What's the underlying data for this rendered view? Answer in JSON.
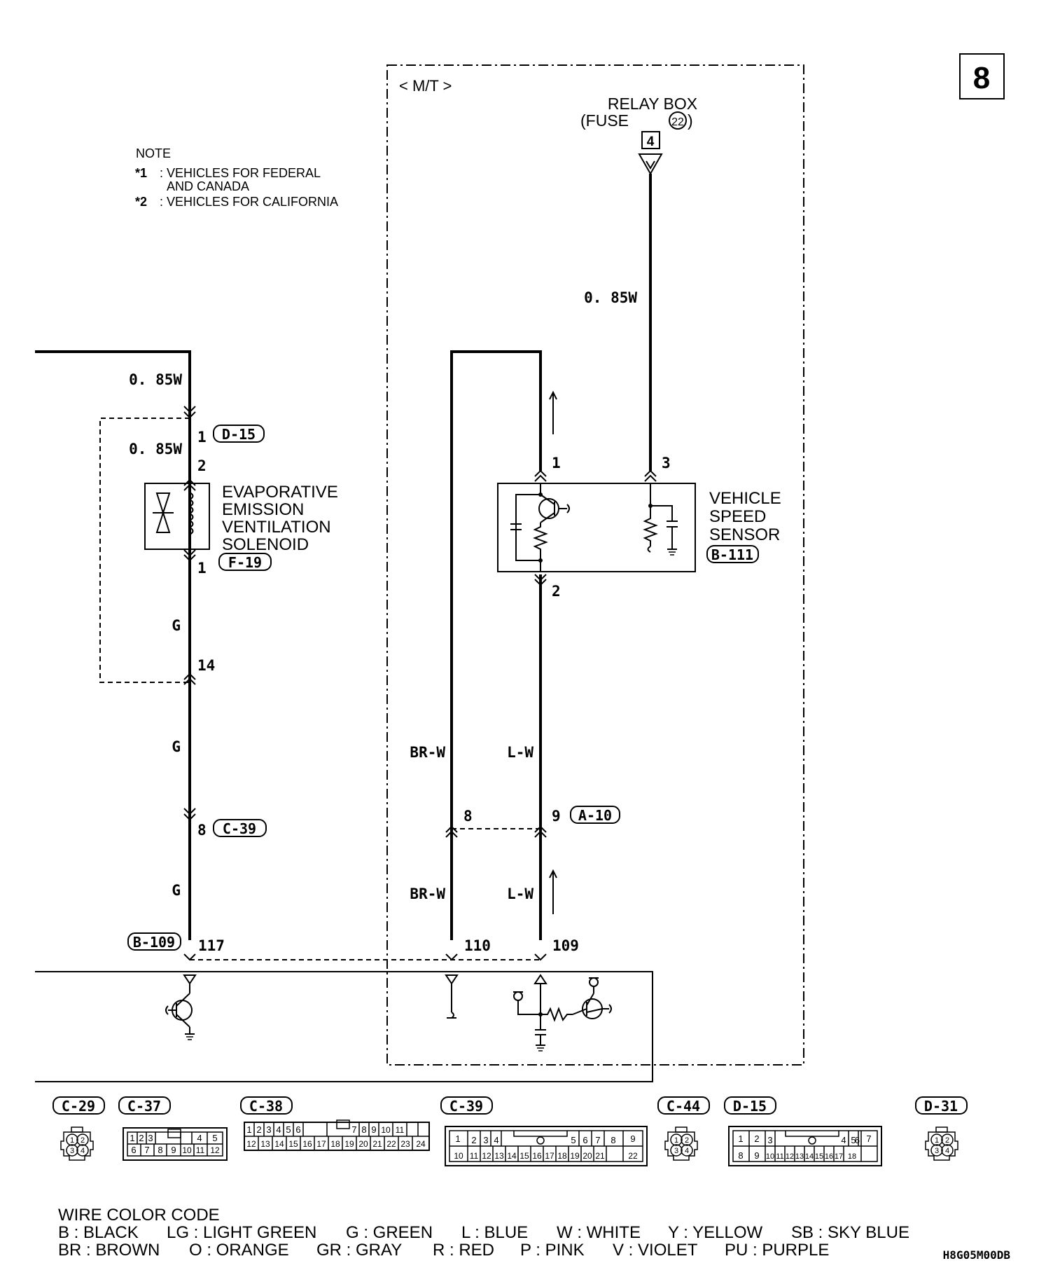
{
  "page_number": "8",
  "note": {
    "title": "NOTE",
    "items": [
      {
        "marker": "*1",
        "lines": [
          ": VEHICLES FOR FEDERAL",
          "AND CANADA"
        ]
      },
      {
        "marker": "*2",
        "lines": [
          ": VEHICLES FOR CALIFORNIA"
        ]
      }
    ]
  },
  "mt_label": "< M/T >",
  "relay_box": {
    "line1": "RELAY BOX",
    "line2_prefix": "(FUSE",
    "fuse_number": "22",
    "line2_suffix": ")",
    "terminal": "4"
  },
  "wires": {
    "relay_feed": "0. 85W",
    "top_left": "0. 85W",
    "solenoid_feed": "0. 85W",
    "g1": "G",
    "g2": "G",
    "g3": "G",
    "brw_upper": "BR-W",
    "brw_lower": "BR-W",
    "lw_upper": "L-W",
    "lw_lower": "L-W"
  },
  "components": {
    "solenoid": {
      "lines": [
        "EVAPORATIVE",
        "EMISSION",
        "VENTILATION",
        "SOLENOID"
      ],
      "connector": "F-19",
      "pin_top": "2",
      "pin_bottom": "1"
    },
    "speed_sensor": {
      "lines": [
        "VEHICLE",
        "SPEED",
        "SENSOR"
      ],
      "connector": "B-111",
      "pin_1": "1",
      "pin_2": "2",
      "pin_3": "3"
    }
  },
  "connectors": {
    "d15": {
      "id": "D-15",
      "pin": "1"
    },
    "c39": {
      "id": "C-39",
      "pin": "8"
    },
    "a10": {
      "id": "A-10",
      "pin_left": "8",
      "pin_right": "9"
    },
    "junction_14": "14",
    "b109": {
      "id": "B-109",
      "pins": [
        "117",
        "110",
        "109"
      ]
    }
  },
  "connector_views": [
    {
      "id": "C-29"
    },
    {
      "id": "C-37",
      "rows": [
        [
          "1",
          "2",
          "3",
          "",
          "4",
          "5"
        ],
        [
          "6",
          "7",
          "8",
          "9",
          "10",
          "11",
          "12"
        ]
      ]
    },
    {
      "id": "C-38",
      "rows": [
        [
          "1",
          "2",
          "3",
          "4",
          "5",
          "6",
          "",
          "7",
          "8",
          "9",
          "10",
          "11"
        ],
        [
          "12",
          "13",
          "14",
          "15",
          "16",
          "17",
          "18",
          "19",
          "20",
          "21",
          "22",
          "23",
          "24"
        ]
      ]
    },
    {
      "id": "C-39",
      "rows": [
        [
          "1",
          "2",
          "3",
          "4",
          "",
          "5",
          "6",
          "7",
          "8",
          "9"
        ],
        [
          "10",
          "11",
          "12",
          "13",
          "14",
          "15",
          "16",
          "17",
          "18",
          "19",
          "20",
          "21",
          "22"
        ]
      ]
    },
    {
      "id": "C-44"
    },
    {
      "id": "D-15",
      "rows": [
        [
          "1",
          "2",
          "3",
          "",
          "4",
          "5",
          "6",
          "7"
        ],
        [
          "8",
          "9",
          "10",
          "11",
          "12",
          "13",
          "14",
          "15",
          "16",
          "17",
          "18"
        ]
      ]
    },
    {
      "id": "D-31"
    }
  ],
  "round_connector_pins": [
    "1",
    "2",
    "3",
    "4"
  ],
  "wire_color_code": {
    "title": "WIRE COLOR CODE",
    "line1": [
      "B : BLACK",
      "LG : LIGHT GREEN",
      "G : GREEN",
      "L : BLUE",
      "W : WHITE",
      "Y : YELLOW",
      "SB : SKY BLUE"
    ],
    "line2": [
      "BR : BROWN",
      "O : ORANGE",
      "GR : GRAY",
      "R : RED",
      "P : PINK",
      "V : VIOLET",
      "PU : PURPLE"
    ]
  },
  "diagram_code": "H8G05M00DB"
}
